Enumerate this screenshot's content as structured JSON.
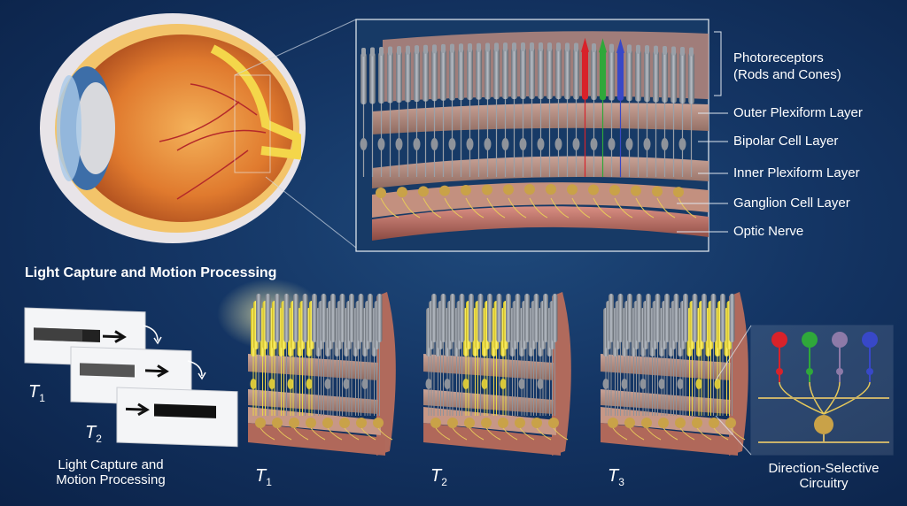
{
  "labels": {
    "photoreceptors": "Photoreceptors",
    "photoreceptors_sub": "(Rods and Cones)",
    "outer_plexiform": "Outer Plexiform Layer",
    "bipolar": "Bipolar Cell Layer",
    "inner_plexiform": "Inner Plexiform Layer",
    "ganglion": "Ganglion Cell Layer",
    "optic_nerve": "Optic Nerve"
  },
  "section_title": "Light Capture and Motion Processing",
  "left_caption_line1": "Light Capture and",
  "left_caption_line2": "Motion Processing",
  "frames": [
    {
      "letter": "T",
      "sub": "1"
    },
    {
      "letter": "T",
      "sub": "2"
    },
    {
      "letter": "T",
      "sub": "3"
    }
  ],
  "stimulus_frames": [
    {
      "letter": "T",
      "sub": "1"
    },
    {
      "letter": "T",
      "sub": "2"
    }
  ],
  "circuit_caption_line1": "Direction-Selective",
  "circuit_caption_line2": "Circuitry",
  "colors": {
    "rod": "#8d939c",
    "cone_red": "#d8222a",
    "cone_green": "#2fa83a",
    "cone_blue": "#3848c8",
    "active": "#f1e43a",
    "tissue": "#b58a82",
    "ganglion": "#c9a248"
  }
}
